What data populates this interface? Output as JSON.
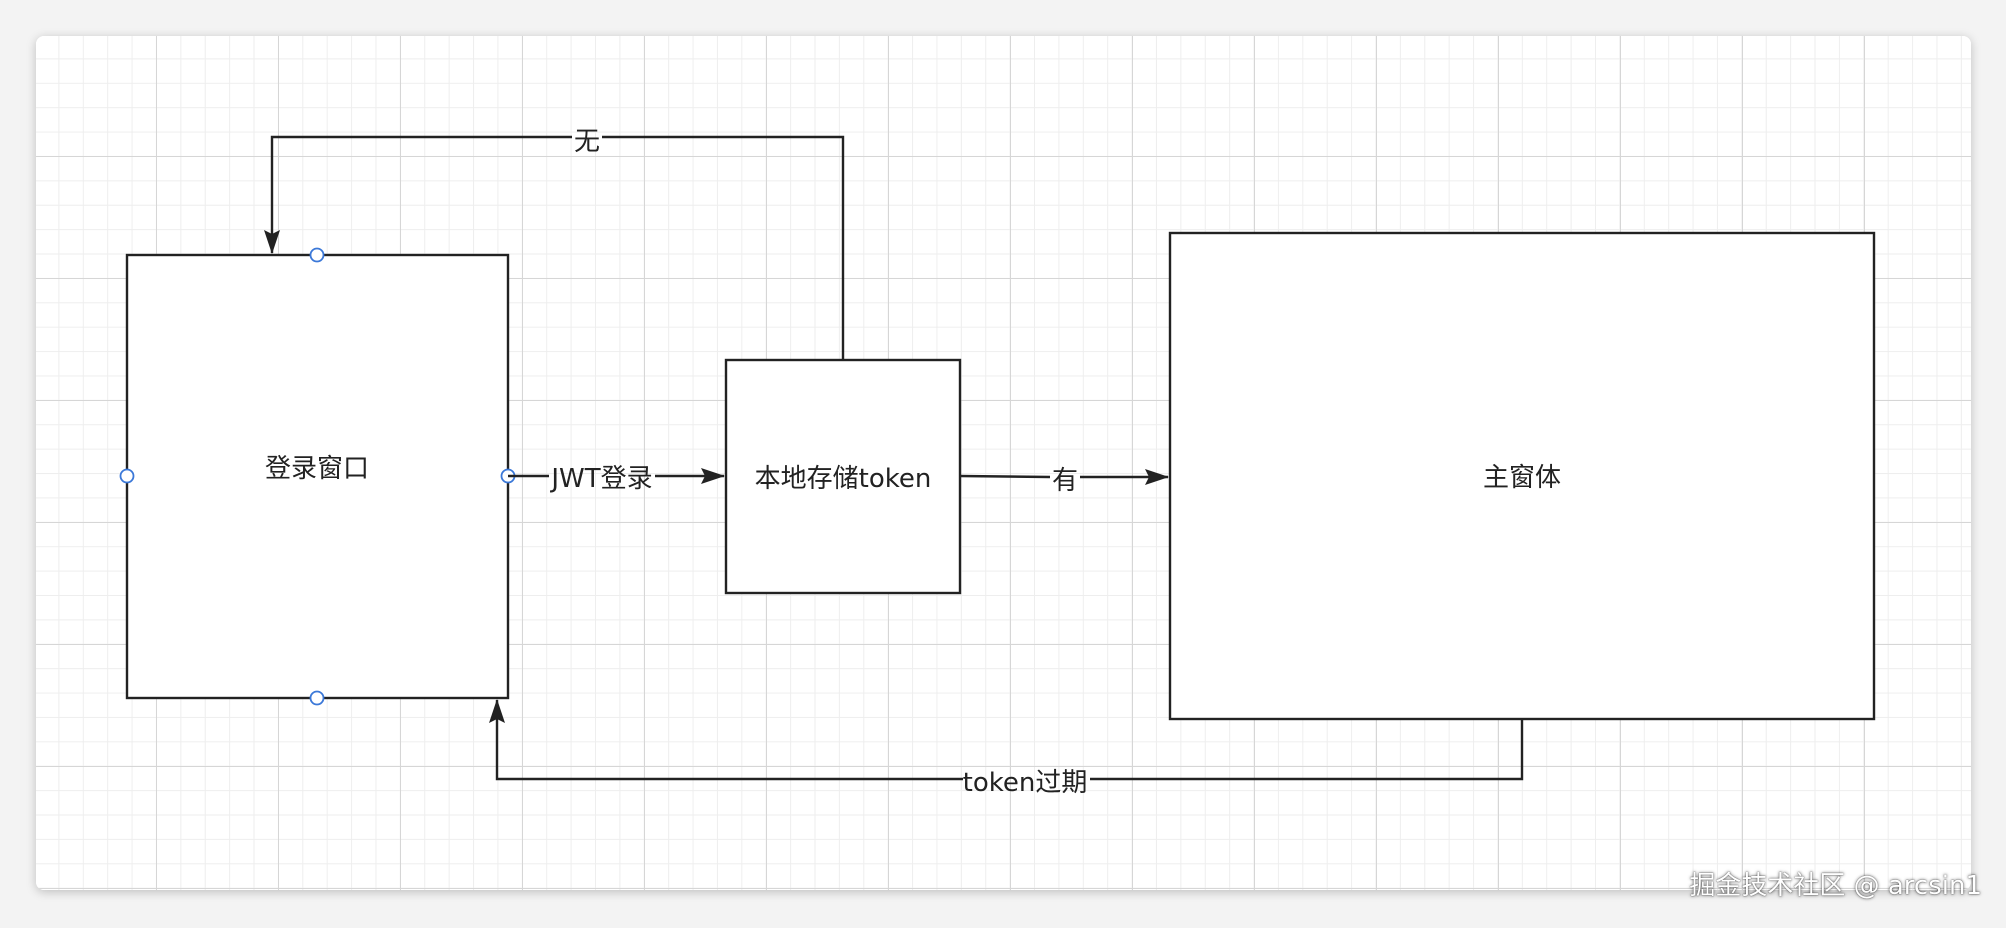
{
  "nodes": {
    "login_window": {
      "label": "登录窗口"
    },
    "local_storage": {
      "label": "本地存储token"
    },
    "main_window": {
      "label": "主窗体"
    }
  },
  "edges": {
    "login_to_storage": {
      "label": "JWT登录"
    },
    "storage_to_main": {
      "label": "有"
    },
    "storage_to_login": {
      "label": "无"
    },
    "main_to_login": {
      "label": "token过期"
    }
  },
  "watermark": "掘金技术社区 @ arcsin1",
  "colors": {
    "stroke": "#222222",
    "handle": "#3b78d8",
    "grid_major": "#d6d6d6",
    "grid_minor": "#eeeeee"
  }
}
